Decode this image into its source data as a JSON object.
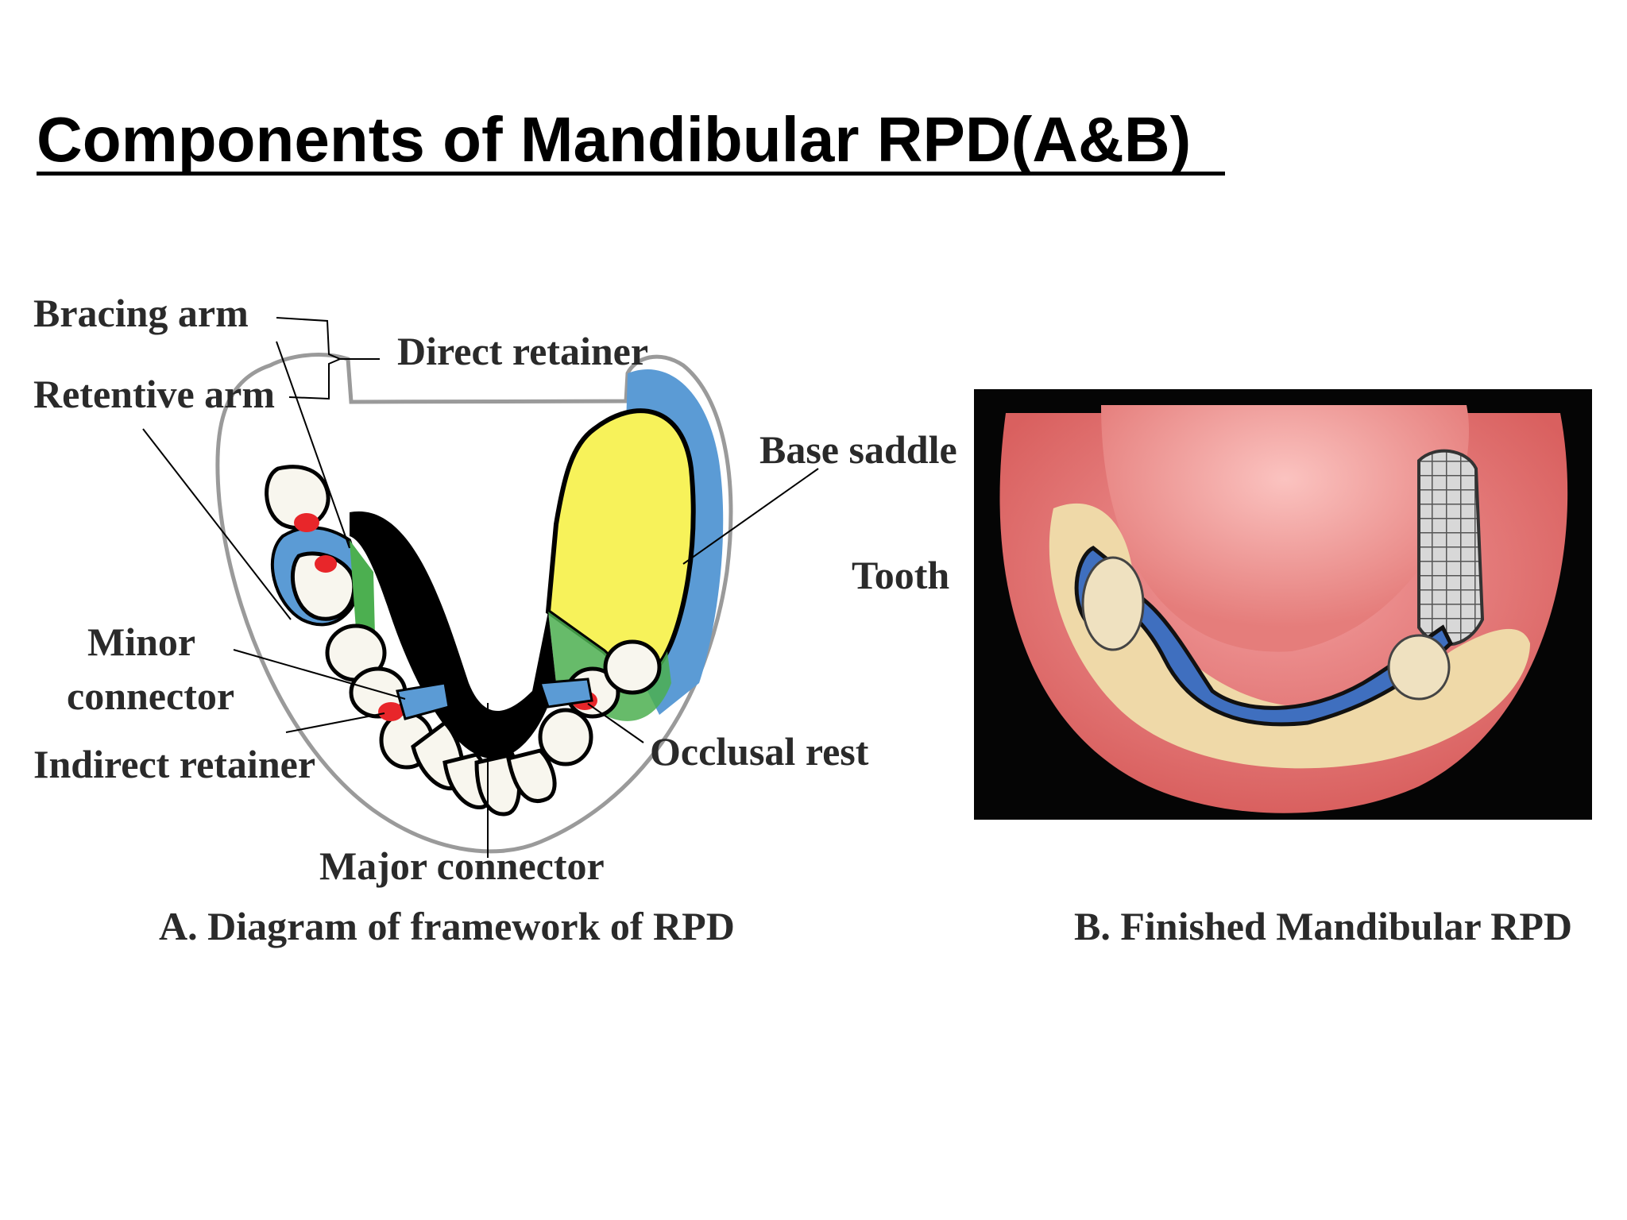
{
  "title": "Components of Mandibular RPD(A&B)",
  "diagram": {
    "labels": {
      "bracing_arm": "Bracing arm",
      "direct_retainer": "Direct retainer",
      "retentive_arm": "Retentive arm",
      "base_saddle": "Base saddle",
      "tooth": "Tooth",
      "minor_connector_line1": "Minor",
      "minor_connector_line2": "connector",
      "indirect_retainer": "Indirect retainer",
      "occlusal_rest": "Occlusal rest",
      "major_connector": "Major connector"
    },
    "colors": {
      "framework": "#000000",
      "clasp": "#5b9bd5",
      "base": "#f7f25a",
      "gingiva_border": "#4caf50",
      "rest": "#e8262a",
      "tooth": "#f8f6ee"
    }
  },
  "captions": {
    "a": "A. Diagram of framework of RPD",
    "b": "B. Finished Mandibular RPD"
  }
}
